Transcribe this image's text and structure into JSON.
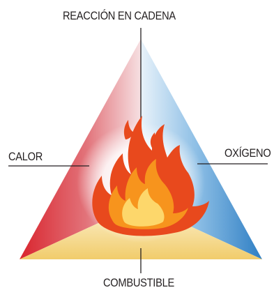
{
  "labels": {
    "top": "REACCIÓN EN CADENA",
    "left": "CALOR",
    "right": "OXÍGENO",
    "bottom": "COMBUSTIBLE"
  },
  "colors": {
    "heat": "#d9252e",
    "oxygen": "#3f8fd0",
    "fuel": "#f2d27a",
    "flame_outer": "#e8491d",
    "flame_inner": "#f7941d",
    "flame_core": "#fdd76b",
    "line": "#231f20"
  },
  "icons": {
    "center": "fire-icon"
  }
}
